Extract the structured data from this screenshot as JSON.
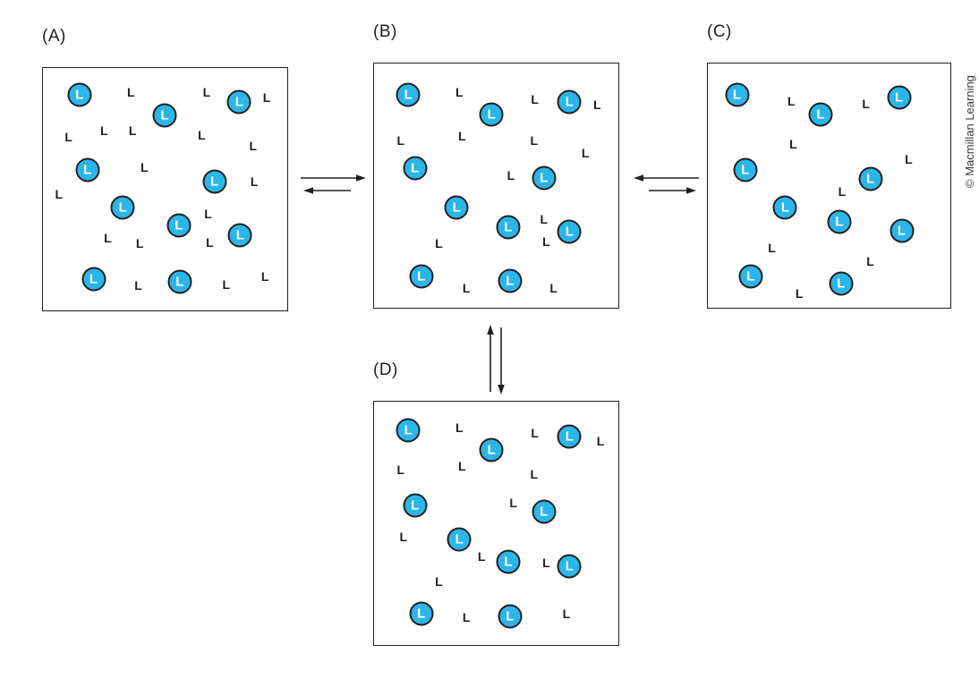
{
  "credit": "© Macmillan Learning",
  "ligand_symbol": "L",
  "colors": {
    "ligand_fill": "#2bb6ea",
    "ligand_border": "#231f20",
    "ink": "#231f20"
  },
  "arrows": [
    {
      "between": "A-B",
      "type": "equilibrium",
      "orientation": "horizontal",
      "top_arrow_direction": "right",
      "bottom_arrow_direction": "left"
    },
    {
      "between": "C-B",
      "type": "equilibrium",
      "orientation": "horizontal",
      "top_arrow_direction": "left",
      "bottom_arrow_direction": "right"
    },
    {
      "between": "B-D",
      "type": "equilibrium",
      "orientation": "vertical",
      "left_arrow_direction": "up",
      "right_arrow_direction": "down"
    }
  ],
  "panels": [
    {
      "id": "A",
      "label": "(A)",
      "bound_ligands": [
        [
          14.9,
          11.0
        ],
        [
          49.8,
          19.4
        ],
        [
          80.4,
          13.9
        ],
        [
          18.2,
          42.1
        ],
        [
          70.2,
          46.9
        ],
        [
          32.7,
          57.5
        ],
        [
          55.6,
          64.8
        ],
        [
          80.7,
          68.9
        ],
        [
          20.7,
          87.2
        ],
        [
          56.0,
          88.3
        ]
      ],
      "free_ligands": [
        [
          36.0,
          10.0
        ],
        [
          67.0,
          10.0
        ],
        [
          91.6,
          12.0
        ],
        [
          10.5,
          28.5
        ],
        [
          25.0,
          26.0
        ],
        [
          36.7,
          26.0
        ],
        [
          65.0,
          27.5
        ],
        [
          86.0,
          32.0
        ],
        [
          41.5,
          41.0
        ],
        [
          86.5,
          47.0
        ],
        [
          6.5,
          52.0
        ],
        [
          26.5,
          70.0
        ],
        [
          39.6,
          72.5
        ],
        [
          67.6,
          60.0
        ],
        [
          68.3,
          72.0
        ],
        [
          90.9,
          86.0
        ],
        [
          39.0,
          89.7
        ],
        [
          75.0,
          89.4
        ]
      ]
    },
    {
      "id": "B",
      "label": "(B)",
      "bound_ligands": [
        [
          14.0,
          12.7
        ],
        [
          48.0,
          21.0
        ],
        [
          80.0,
          15.6
        ],
        [
          16.7,
          42.9
        ],
        [
          69.5,
          47.0
        ],
        [
          33.8,
          58.9
        ],
        [
          54.9,
          67.0
        ],
        [
          80.0,
          69.0
        ],
        [
          19.3,
          87.0
        ],
        [
          55.6,
          89.0
        ]
      ],
      "free_ligands": [
        [
          34.9,
          11.6
        ],
        [
          65.8,
          14.5
        ],
        [
          91.3,
          16.7
        ],
        [
          10.9,
          31.6
        ],
        [
          36.0,
          29.8
        ],
        [
          65.5,
          31.6
        ],
        [
          86.5,
          36.7
        ],
        [
          56.0,
          45.8
        ],
        [
          69.5,
          63.6
        ],
        [
          70.5,
          73.0
        ],
        [
          26.5,
          73.8
        ],
        [
          37.8,
          92.0
        ],
        [
          73.5,
          92.0
        ]
      ]
    },
    {
      "id": "C",
      "label": "(C)",
      "bound_ligands": [
        [
          12.0,
          12.7
        ],
        [
          46.5,
          21.0
        ],
        [
          78.8,
          13.8
        ],
        [
          15.4,
          43.6
        ],
        [
          67.0,
          47.3
        ],
        [
          31.9,
          58.9
        ],
        [
          54.2,
          64.7
        ],
        [
          79.9,
          68.4
        ],
        [
          17.6,
          87.3
        ],
        [
          54.9,
          90.2
        ]
      ],
      "free_ligands": [
        [
          34.4,
          15.3
        ],
        [
          65.2,
          16.4
        ],
        [
          35.2,
          33.0
        ],
        [
          82.8,
          39.3
        ],
        [
          55.3,
          52.4
        ],
        [
          26.4,
          75.6
        ],
        [
          67.0,
          81.1
        ],
        [
          37.7,
          94.2
        ]
      ]
    },
    {
      "id": "D",
      "label": "(D)",
      "bound_ligands": [
        [
          14.0,
          11.7
        ],
        [
          48.0,
          19.7
        ],
        [
          80.0,
          14.2
        ],
        [
          16.7,
          42.7
        ],
        [
          69.5,
          45.3
        ],
        [
          34.9,
          56.6
        ],
        [
          54.9,
          65.7
        ],
        [
          80.0,
          67.5
        ],
        [
          19.3,
          87.2
        ],
        [
          55.6,
          88.3
        ]
      ],
      "free_ligands": [
        [
          34.9,
          10.6
        ],
        [
          65.8,
          12.8
        ],
        [
          92.7,
          16.1
        ],
        [
          10.9,
          28.1
        ],
        [
          36.0,
          26.3
        ],
        [
          65.5,
          29.9
        ],
        [
          57.0,
          41.6
        ],
        [
          12.0,
          55.5
        ],
        [
          44.0,
          63.5
        ],
        [
          70.5,
          66.0
        ],
        [
          26.5,
          73.8
        ],
        [
          37.8,
          88.5
        ],
        [
          78.7,
          87.0
        ]
      ]
    }
  ]
}
